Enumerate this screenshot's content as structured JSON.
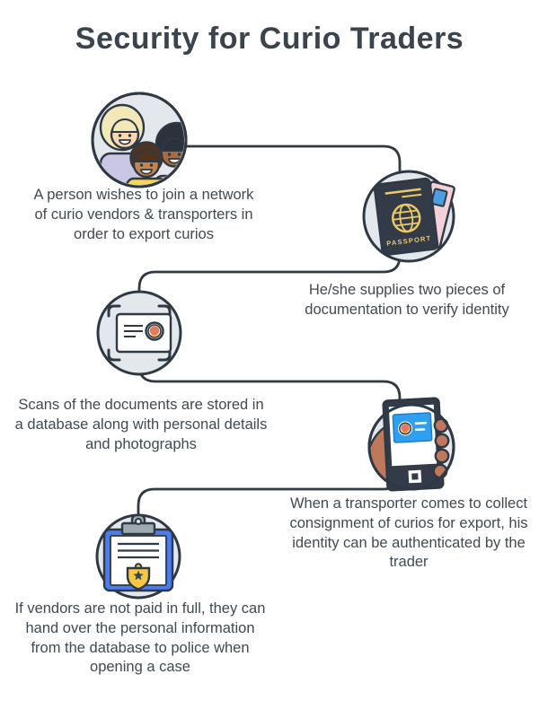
{
  "title": "Security for Curio Traders",
  "steps": [
    {
      "icon": "people-icon",
      "caption": "A person wishes to join a network of curio vendors & transporters in order to export curios"
    },
    {
      "icon": "passport-icon",
      "caption": "He/she supplies two pieces of documentation to verify identity"
    },
    {
      "icon": "document-scan-icon",
      "caption": "Scans of the documents are stored in a database along with personal details and photographs"
    },
    {
      "icon": "phone-id-icon",
      "caption": "When a transporter comes to collect consignment of curios for export, his identity can be authenticated by the trader"
    },
    {
      "icon": "police-report-icon",
      "caption": "If vendors are not paid in full, they can hand over the personal information from the database to police when opening a case"
    }
  ],
  "passport_label": "PASSPORT",
  "colors": {
    "outline": "#2e3944",
    "text": "#3e4a54",
    "circle_fill": "#e3e8ec",
    "gold": "#edc968",
    "passport_cover": "#333b49",
    "ticket_pink": "#f4d0d8",
    "stamp_blue": "#4a9fe0",
    "screen_card_blue": "#2f9ff0",
    "clipboard_blue": "#4a7cf0",
    "badge_gold": "#f5c742",
    "skin_terracotta": "#c0785c",
    "sleeve_blue": "#7186d2"
  }
}
